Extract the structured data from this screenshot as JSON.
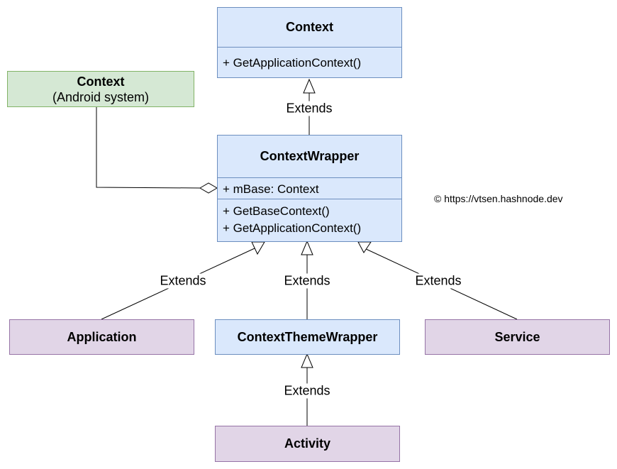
{
  "context": {
    "name": "Context",
    "methods": [
      "+ GetApplicationContext()"
    ]
  },
  "android_context": {
    "name": "Context",
    "subtitle": "(Android system)"
  },
  "context_wrapper": {
    "name": "ContextWrapper",
    "fields": [
      "+ mBase: Context"
    ],
    "methods": [
      "+ GetBaseContext()",
      "+ GetApplicationContext()"
    ]
  },
  "application": {
    "name": "Application"
  },
  "context_theme_wrapper": {
    "name": "ContextThemeWrapper"
  },
  "service": {
    "name": "Service"
  },
  "activity": {
    "name": "Activity"
  },
  "edge_labels": {
    "wrapper_to_context": "Extends",
    "application_to_wrapper": "Extends",
    "theme_to_wrapper": "Extends",
    "service_to_wrapper": "Extends",
    "activity_to_theme": "Extends"
  },
  "copyright": "© https://vtsen.hashnode.dev",
  "colors": {
    "blue_fill": "#dae8fc",
    "blue_stroke": "#6c8ebf",
    "green_fill": "#d5e8d4",
    "green_stroke": "#82b366",
    "purple_fill": "#e1d5e7",
    "purple_stroke": "#9673a6",
    "line": "#000000"
  }
}
